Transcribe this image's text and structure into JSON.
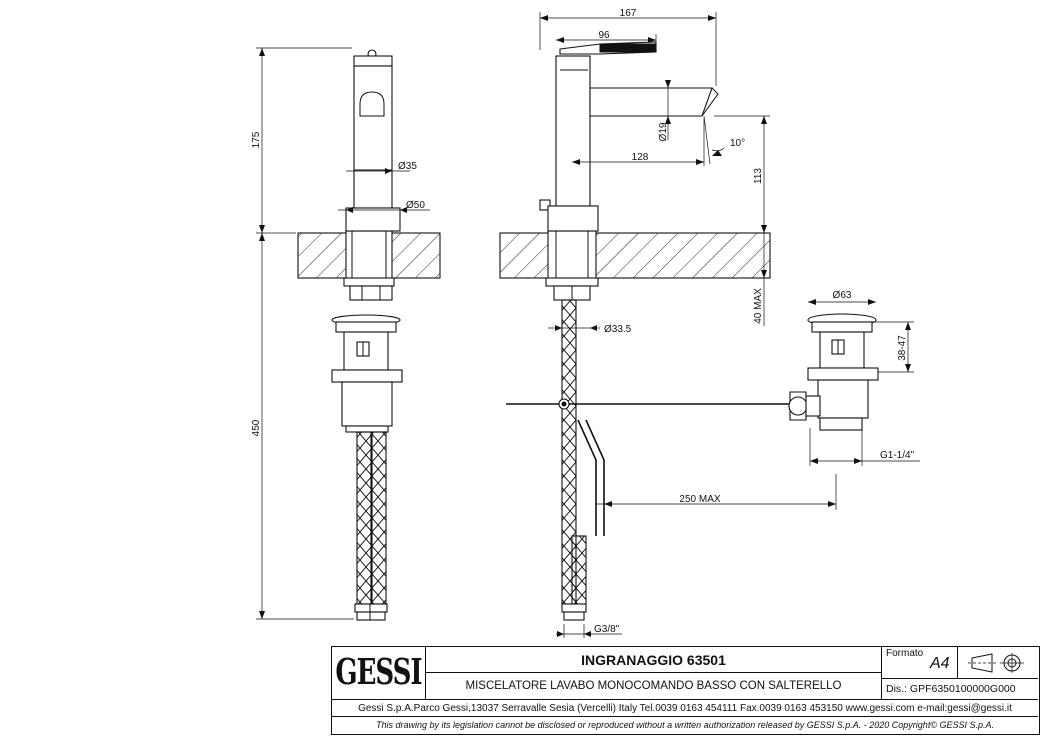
{
  "dimensions": {
    "height_175": "175",
    "height_450": "450",
    "dia_35": "Ø35",
    "dia_50": "Ø50",
    "width_167": "167",
    "width_96": "96",
    "dia_19": "Ø19",
    "reach_128": "128",
    "angle_10": "10°",
    "height_113": "113",
    "max_40": "40 MAX",
    "dia_33_5": "Ø33.5",
    "dia_63": "Ø63",
    "height_38_47": "38-47",
    "thread_g1": "G1-1/4\"",
    "max_250": "250 MAX",
    "thread_g3_8": "G3/8\""
  },
  "title_block": {
    "logo": "GESSI",
    "product_title": "INGRANAGGIO 63501",
    "description": "MISCELATORE LAVABO MONOCOMANDO BASSO CON SALTERELLO",
    "format_label": "Formato",
    "format_value": "A4",
    "drawing_number": "Dis.: GPF6350100000G000",
    "address": "Gessi S.p.A.Parco Gessi,13037 Serravalle Sesia (Vercelli) Italy Tel.0039 0163 454111 Fax.0039 0163 453150 www.gessi.com e-mail:gessi@gessi.it",
    "legal": "This drawing by its legislation cannot be disclosed or reproduced without a written authorization released by GESSI S.p.A. - 2020 Copyright© GESSI S.p.A."
  }
}
